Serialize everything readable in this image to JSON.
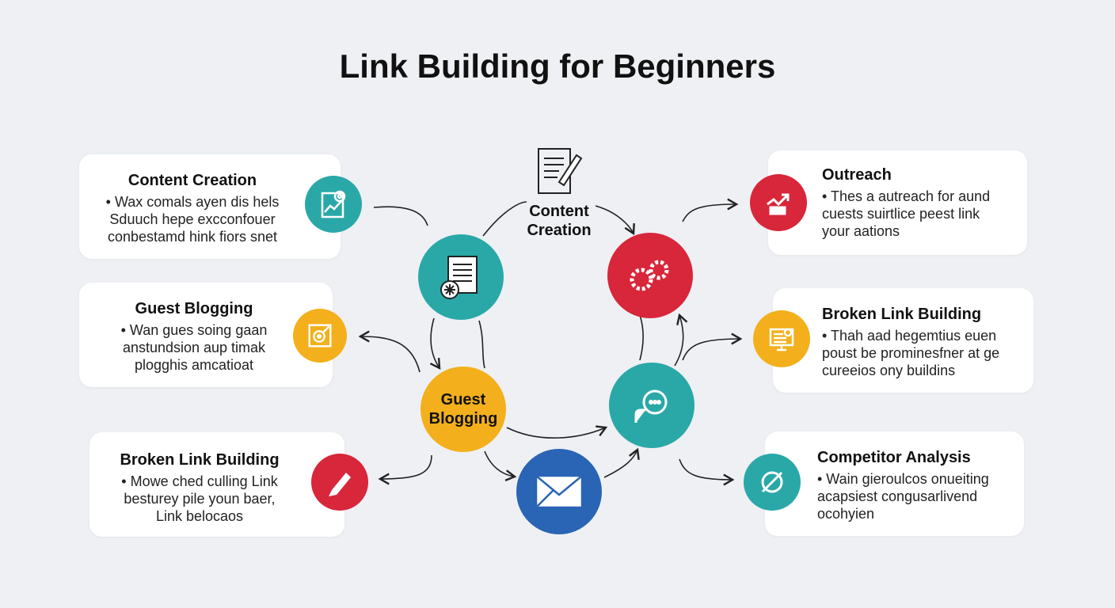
{
  "title": "Link Building for Beginners",
  "colors": {
    "teal": "#2aa8a8",
    "red": "#d8263a",
    "yellow": "#f3b01c",
    "blue": "#2a64b4"
  },
  "left_cards": [
    {
      "title": "Content Creation",
      "lines": [
        "• Wax comals ayen dis hels",
        "Sduuch hepe excconfouer",
        "conbestamd hink fiors snet"
      ],
      "icon": "chart-document-icon"
    },
    {
      "title": "Guest Blogging",
      "lines": [
        "• Wan gues soing gaan",
        "anstundsion aup timak",
        "plogghis amcatioat"
      ],
      "icon": "target-link-icon"
    },
    {
      "title": "Broken Link Building",
      "lines": [
        "• Mowe ched culling Link",
        "besturey pile youn baer,",
        "Link belocaos"
      ],
      "icon": "pen-icon"
    }
  ],
  "right_cards": [
    {
      "title": "Outreach",
      "lines": [
        "• Thes a autreach for aund",
        "cuests suirtlice peest link",
        "your aations"
      ],
      "icon": "growth-arrow-icon"
    },
    {
      "title": "Broken Link Building",
      "lines": [
        "• Thah aad hegemtius euen",
        "poust be prominesfner at ge",
        "cureeios ony buildins"
      ],
      "icon": "monitor-icon"
    },
    {
      "title": "Competitor Analysis",
      "lines": [
        "• Wain gieroulcos onueiting",
        "acapsiest congusarlivend",
        "ocohyien"
      ],
      "icon": "analysis-icon"
    }
  ],
  "center": {
    "top_label": "Content Creation",
    "guest_label": "Guest Blogging"
  }
}
